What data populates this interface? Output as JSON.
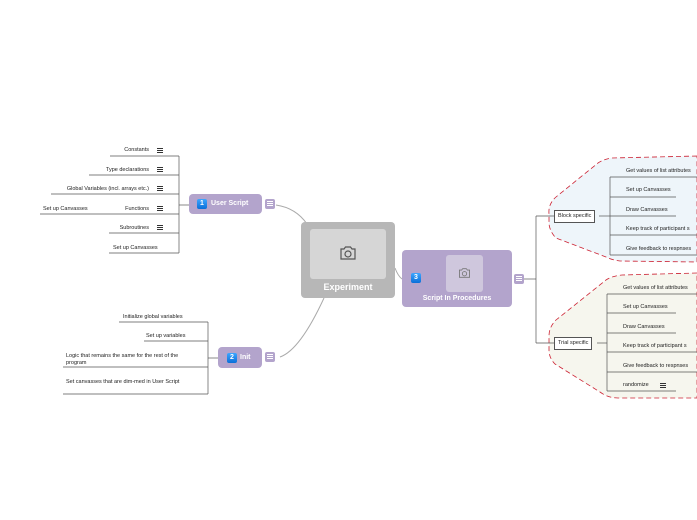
{
  "central": {
    "title": "Experiment",
    "image_icon": "camera-icon"
  },
  "user_script": {
    "badge": "1",
    "title": "User Script",
    "children": [
      {
        "label": "Constants",
        "has_note": true
      },
      {
        "label": "Type declarations",
        "has_note": true
      },
      {
        "label": "Global Variables (incl. arrays etc.)",
        "has_note": true
      },
      {
        "label": "Functions",
        "has_note": true,
        "child": "Set up Canvasses"
      },
      {
        "label": "Subroutines",
        "has_note": true
      },
      {
        "label": "Set up Canvasses",
        "has_note": false
      }
    ]
  },
  "init": {
    "badge": "2",
    "title": "Init",
    "children": [
      {
        "label": "Initialize global variables"
      },
      {
        "label": "Set up variables"
      },
      {
        "label": "Logic that remains the same for the rest of the program"
      },
      {
        "label": "Set canvasses that are dim-med in User Script"
      }
    ]
  },
  "procedures": {
    "badge": "3",
    "title": "Script In Procedures",
    "image_icon": "camera-icon",
    "block": {
      "label": "Block specific",
      "children": [
        "Get values of list attributes",
        "Set up Canvasses",
        "Draw Canvasses",
        "Keep track of participant s",
        "Give feedback to respnses"
      ]
    },
    "trial": {
      "label": "Trial specific",
      "children": [
        "Get values of list attributes",
        "Set up Canvasses",
        "Draw Canvasses",
        "Keep track of participant s",
        "Give feedback to respnses",
        "randomize"
      ]
    }
  },
  "colors": {
    "main_topic": "#b3a4cc",
    "central": "#b7b7b7",
    "boundary_stroke": "#cc2233",
    "block_fill": "#eef5fa",
    "trial_fill": "#f6f6ee"
  }
}
